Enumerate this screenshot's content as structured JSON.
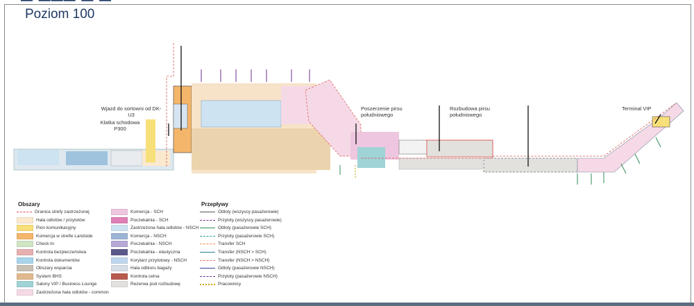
{
  "header": {
    "title": "Poziom 100"
  },
  "callouts": {
    "wjazd": "Wjazd do sortowni od DK-U3",
    "klatka": "Klatka schodowa P300",
    "poszerzenie": "Poszerzenie pirsu południowego",
    "rozbudowa": "Rozbudowa pirsu południowego",
    "vip": "Terminal VIP"
  },
  "legend": {
    "areas_title": "Obszary",
    "areas_col1": [
      {
        "label": "Granica strefy zastrzeżonej",
        "color": "#d9534f",
        "kind": "dashline"
      },
      {
        "label": "Hala odlotów / przylotów",
        "color": "#fbe9cf"
      },
      {
        "label": "Pion komunikacyjny",
        "color": "#f7e07a"
      },
      {
        "label": "Komercja w strefie Landside",
        "color": "#f4b66b"
      },
      {
        "label": "Check-In",
        "color": "#cfe5c4"
      },
      {
        "label": "Kontrola bezpieczeństwa",
        "color": "#e8b0b0"
      },
      {
        "label": "Kontrola dokumentów",
        "color": "#a8d4ec"
      },
      {
        "label": "Obszary wsparcia",
        "color": "#c9c0b4"
      },
      {
        "label": "System BHS",
        "color": "#e0b98e"
      },
      {
        "label": "Salony VIP / Business Lounge",
        "color": "#9fd3d6"
      },
      {
        "label": "Zastrzeżona hala odlotów - common",
        "color": "#f6d9e6"
      }
    ],
    "areas_col2": [
      {
        "label": "Komercja - SCH",
        "color": "#eec6df"
      },
      {
        "label": "Poczekalnia - SCH",
        "color": "#e07fb6"
      },
      {
        "label": "Zastrzeżona hala odlotów - NSCH",
        "color": "#cde3f2"
      },
      {
        "label": "Komercja - NSCH",
        "color": "#9db5d4"
      },
      {
        "label": "Poczekalnia - NSCH",
        "color": "#b7a9d6"
      },
      {
        "label": "Poczekalnia - elastyczna",
        "color": "#5c5a8a"
      },
      {
        "label": "Korytarz przylotowy - NSCH",
        "color": "#bfd7ee"
      },
      {
        "label": "Hala odbioru bagaży",
        "color": "#d7dde6"
      },
      {
        "label": "Kontrola celna",
        "color": "#b85a4e"
      },
      {
        "label": "Rezerwa pod rozbudowę",
        "color": "#e3e1de"
      }
    ],
    "flows_title": "Przepływy",
    "flows": [
      {
        "label": "Odloty (wszyscy pasażerowie)",
        "color": "#555555",
        "kind": "solid"
      },
      {
        "label": "Przyloty (wszyscy pasażerowie)",
        "color": "#7a2d8a",
        "kind": "dash"
      },
      {
        "label": "Odloty (pasażerowie SCH)",
        "color": "#2e8b57",
        "kind": "solid"
      },
      {
        "label": "Przyloty (pasażerowie SCH)",
        "color": "#2a9d8f",
        "kind": "dash"
      },
      {
        "label": "Transfer SCH",
        "color": "#f08a4b",
        "kind": "dash"
      },
      {
        "label": "Transfer (NSCH > SCH)",
        "color": "#2a7f8f",
        "kind": "solid"
      },
      {
        "label": "Transfer (NSCH > NSCH)",
        "color": "#e07a5f",
        "kind": "dash"
      },
      {
        "label": "Odloty (pasażerowie NSCH)",
        "color": "#3a3f8f",
        "kind": "solid"
      },
      {
        "label": "Przyloty (pasażerowie NSCH)",
        "color": "#6b2f8f",
        "kind": "dash"
      },
      {
        "label": "Pracownicy",
        "color": "#c9a400",
        "kind": "dot"
      }
    ]
  }
}
